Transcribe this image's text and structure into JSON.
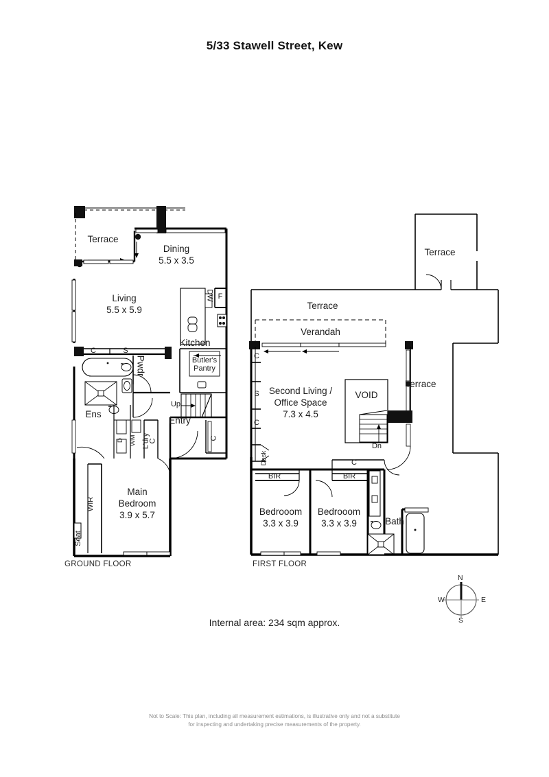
{
  "title": "5/33 Stawell Street, Kew",
  "area_note": "Internal area: 234 sqm approx.",
  "disclaimer_line1": "Not to Scale: This plan, including all measurement estimations, is illustrative only and not a substitute",
  "disclaimer_line2": "for inspecting and undertaking precise measurements of the property.",
  "floors": {
    "ground_label": "GROUND FLOOR",
    "first_label": "FIRST FLOOR"
  },
  "compass": {
    "north": "N",
    "east": "E",
    "south": "S",
    "west": "W"
  },
  "ground": {
    "terrace": "Terrace",
    "dining_name": "Dining",
    "dining_dims": "5.5 x 3.5",
    "living_name": "Living",
    "living_dims": "5.5 x 5.9",
    "kitchen": "Kitchen",
    "butlers_line1": "Butler's",
    "butlers_line2": "Pantry",
    "fridge": "F",
    "dishwasher": "DW",
    "cupboard_c": "C",
    "shelf_s": "S",
    "powder": "Pwdr",
    "ensuite": "Ens",
    "dryer": "D",
    "washing_machine": "WM",
    "laundry": "L'dry",
    "laundry_cupboard": "C",
    "entry": "Entry",
    "entry_cupboard": "C",
    "stairs_up": "Up",
    "wir": "WIR",
    "seat": "Seat",
    "main_bedroom_line1": "Main",
    "main_bedroom_line2": "Bedroom",
    "main_bedroom_dims": "3.9 x 5.7"
  },
  "first": {
    "terrace_top": "Terrace",
    "terrace_main": "Terrace",
    "terrace_right": "Terrace",
    "verandah": "Verandah",
    "second_living_line1": "Second Living /",
    "second_living_line2": "Office Space",
    "second_living_dims": "7.3 x 4.5",
    "void": "VOID",
    "stairs_down": "Dn",
    "cupboard_c1": "C",
    "shelf_s": "S",
    "cupboard_c2": "C",
    "desk": "Desk",
    "bir_left": "BIR",
    "bir_right": "BIR",
    "cupboard_hall": "C",
    "bedroom_left_name": "Bedrooom",
    "bedroom_left_dims": "3.3 x 3.9",
    "bedroom_right_name": "Bedrooom",
    "bedroom_right_dims": "3.3 x 3.9",
    "bath": "Bath"
  }
}
